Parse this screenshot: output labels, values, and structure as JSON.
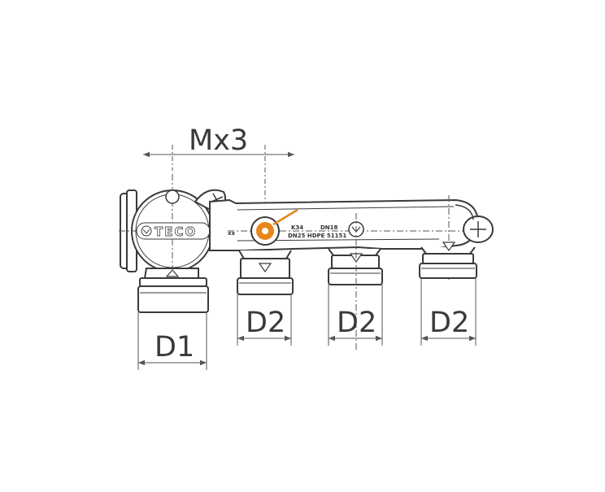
{
  "dimensions": {
    "pitch_label": "Mx3",
    "inlet_label": "D1",
    "outlet_labels": [
      "D2",
      "D2",
      "D2"
    ]
  },
  "manifold_markings": {
    "brand": "TECO",
    "side_mark": "xx",
    "line1_left": "K34",
    "line1_right": "DN18",
    "line2": "DN25 HDPE 51151"
  },
  "colors": {
    "line": "#3a3a3a",
    "dimension": "#555555",
    "accent": "#e8861c"
  },
  "icons": {
    "valve_knob": "orange-knob-icon",
    "flow_arrow": "down-triangle-icon",
    "handle": "cross-handle-icon"
  }
}
